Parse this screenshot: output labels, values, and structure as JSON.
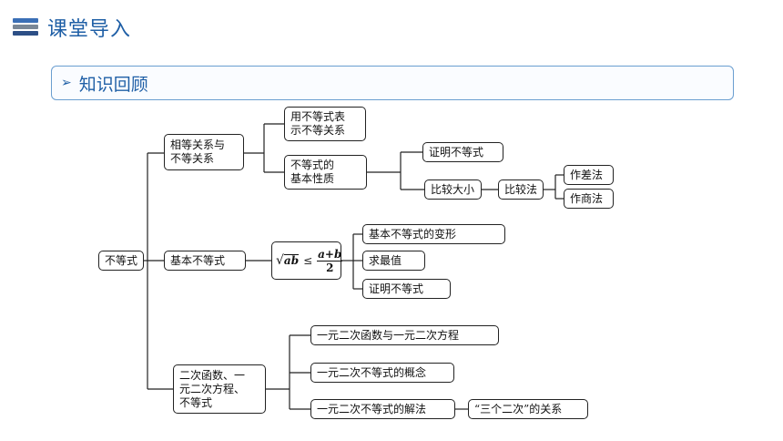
{
  "header": {
    "title": "课堂导入",
    "icon": "books-icon"
  },
  "section": {
    "arrow": "➢",
    "title": "知识回顾"
  },
  "mindmap": {
    "root": "不等式",
    "n_relation": "相等关系与\n不等关系",
    "n_represent": "用不等式表\n示不等关系",
    "n_property": "不等式的\n基本性质",
    "n_prove1": "证明不等式",
    "n_compare": "比较大小",
    "n_compare_method": "比较法",
    "n_diff": "作差法",
    "n_quot": "作商法",
    "n_basic": "基本不等式",
    "formula": {
      "sqrt": "ab",
      "op": "≤",
      "num": "a+b",
      "den": "2"
    },
    "n_transform": "基本不等式的变形",
    "n_max": "求最值",
    "n_prove2": "证明不等式",
    "n_quadratic": "二次函数、一\n元二次方程、\n不等式",
    "n_q_relation": "一元二次函数与一元二次方程",
    "n_q_concept": "一元二次不等式的概念",
    "n_q_solution": "一元二次不等式的解法",
    "n_q_three": "“三个二次”的关系"
  }
}
